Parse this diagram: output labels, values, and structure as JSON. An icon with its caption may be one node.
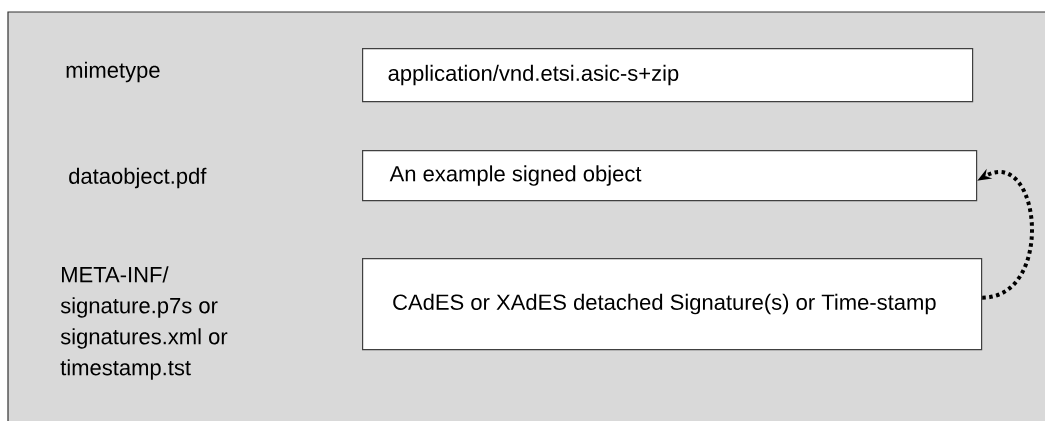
{
  "diagram": {
    "nodes": [
      {
        "text": [
          "application/vnd.etsi.asic-s+zip"
        ]
      },
      {
        "text": [
          "An example signed object"
        ]
      },
      {
        "text": [
          "CAdES or XAdES detached Signature(s) or Time-stamp"
        ]
      }
    ],
    "edges": [
      {
        "from": 2,
        "to": 1,
        "arrow": "to",
        "style": "dashed"
      }
    ],
    "labels": [
      "mimetype",
      "dataobject.pdf",
      "META-INF/ signature.p7s or signatures.xml or timestamp.tst"
    ]
  }
}
